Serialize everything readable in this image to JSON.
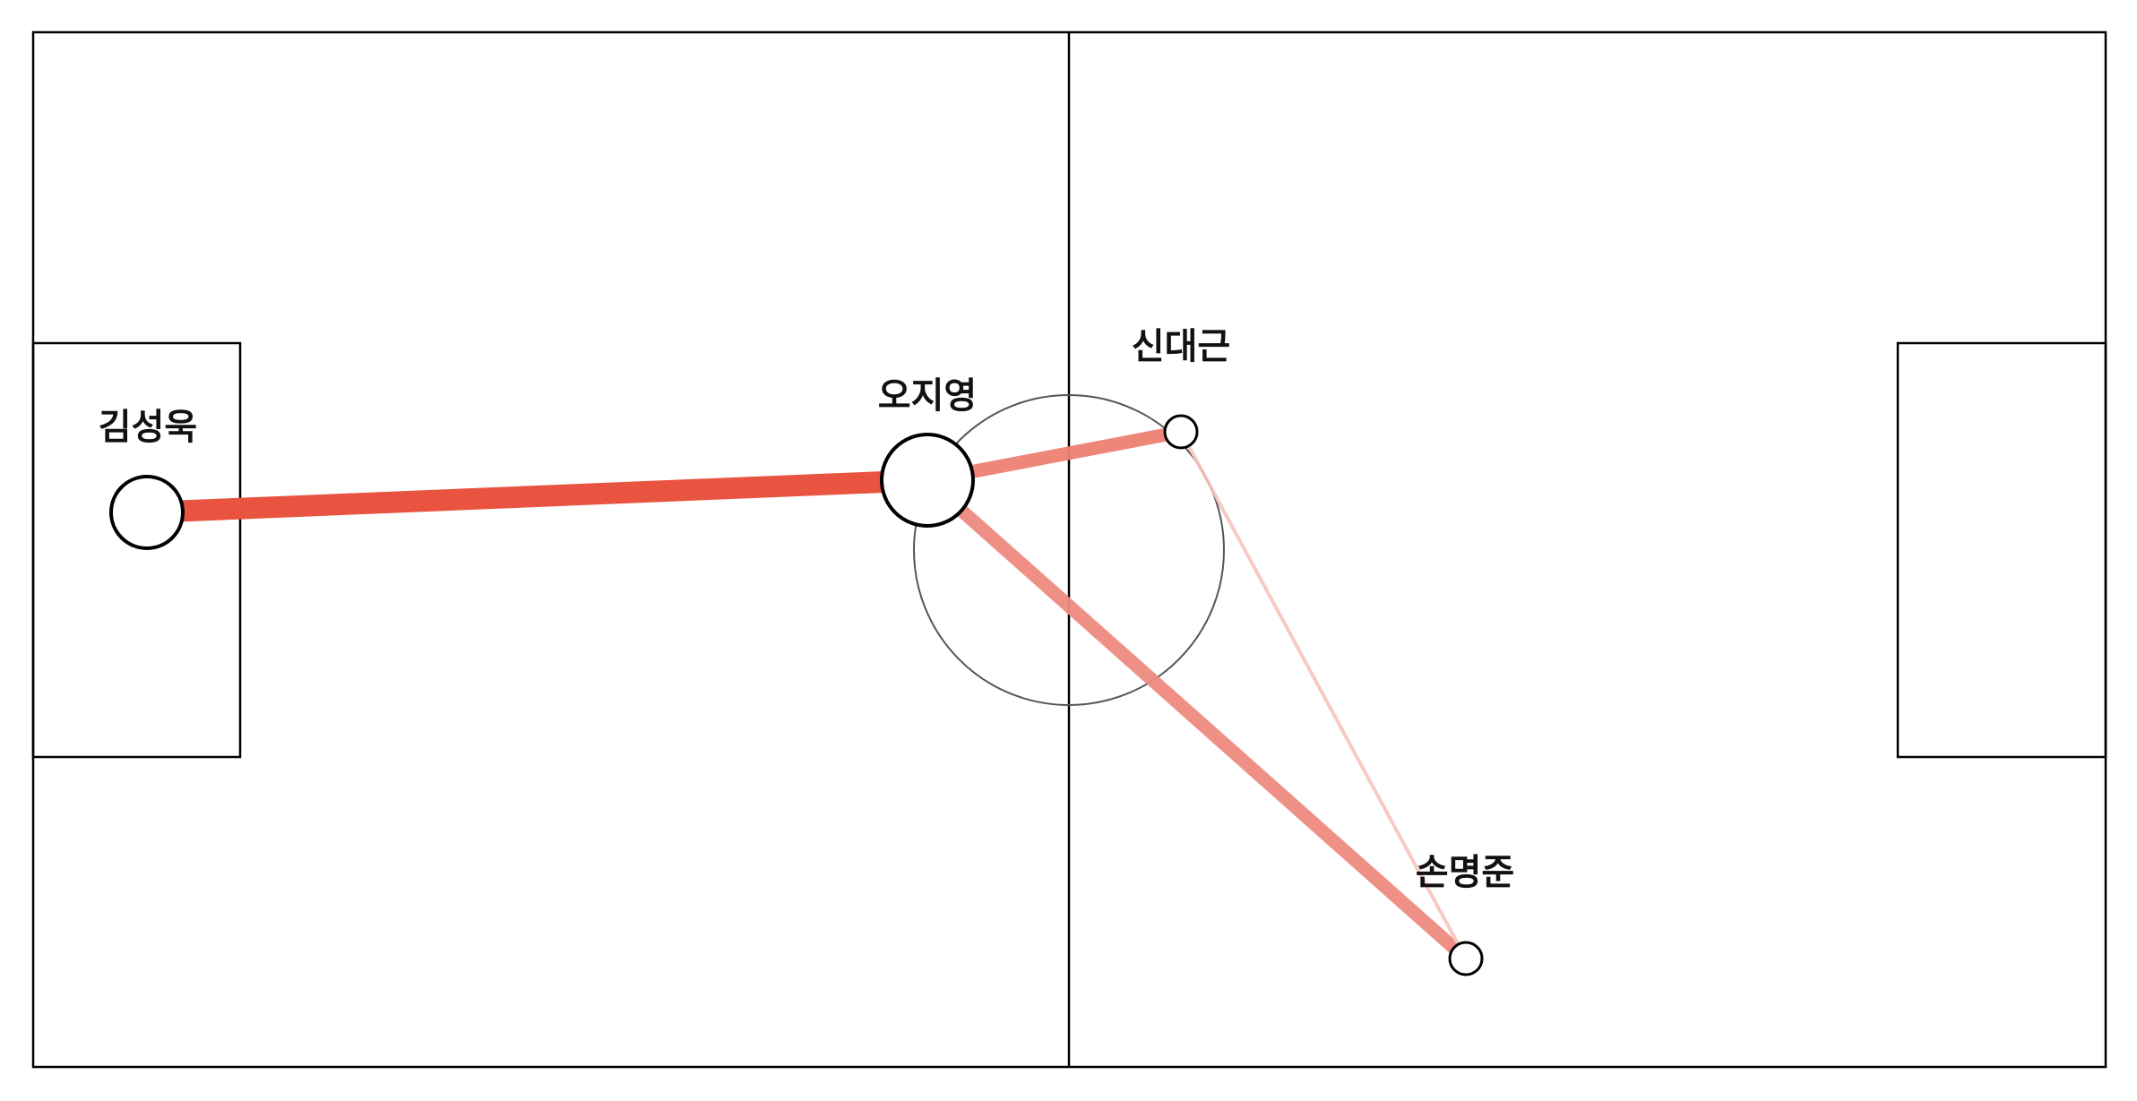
{
  "players": [
    {
      "id": "kim",
      "name": "김성욱",
      "size": "large"
    },
    {
      "id": "oh",
      "name": "오지영",
      "size": "large"
    },
    {
      "id": "shin",
      "name": "신대근",
      "size": "small"
    },
    {
      "id": "son",
      "name": "손명준",
      "size": "small"
    }
  ],
  "links": [
    {
      "from": "kim",
      "to": "oh",
      "weight": "strong",
      "color": "#e85440"
    },
    {
      "from": "oh",
      "to": "shin",
      "weight": "medium",
      "color": "#ee7f73"
    },
    {
      "from": "oh",
      "to": "son",
      "weight": "medium",
      "color": "#ee8a7f"
    },
    {
      "from": "shin",
      "to": "son",
      "weight": "faint",
      "color": "#f6c4bc"
    }
  ],
  "colors": {
    "pitch_lines": "#000000",
    "node_fill": "#ffffff",
    "node_stroke": "#000000"
  }
}
